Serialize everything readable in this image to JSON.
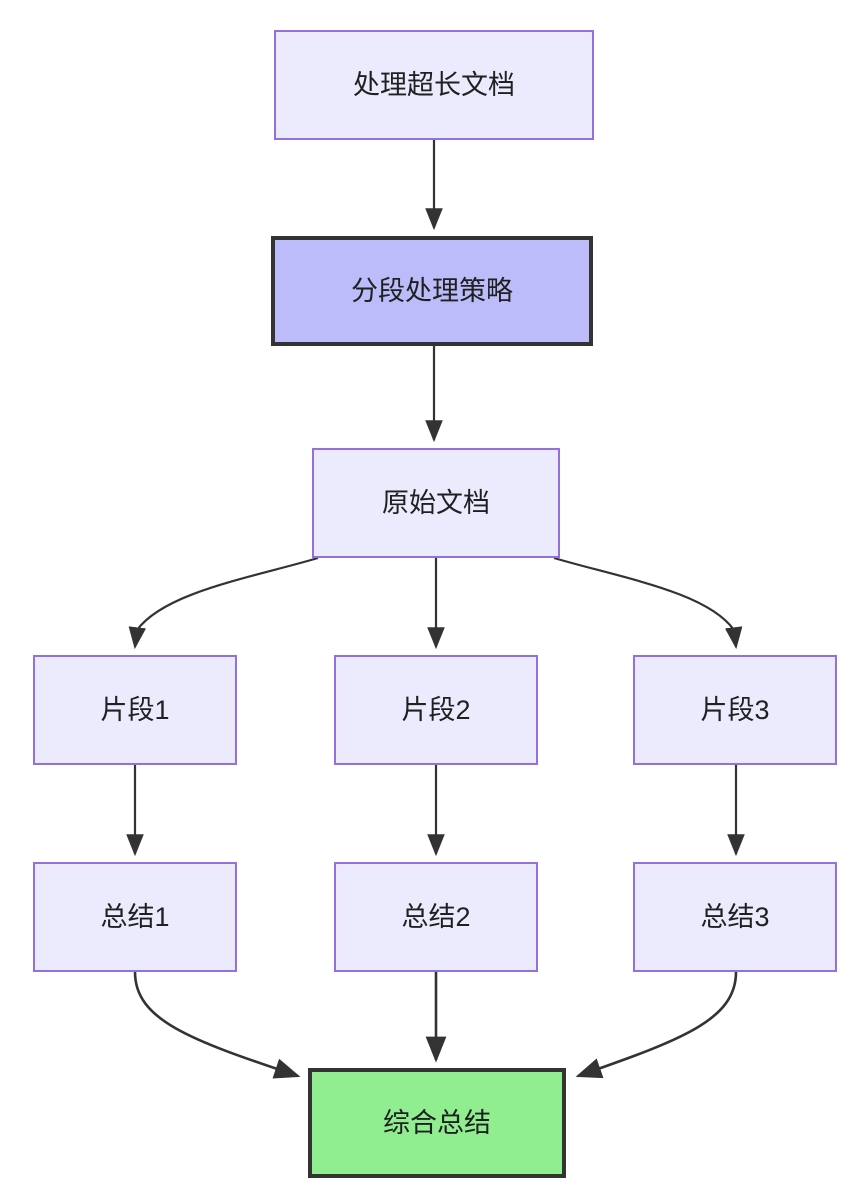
{
  "diagram": {
    "type": "flowchart",
    "direction": "top-to-bottom",
    "background": "#ffffff",
    "palette": {
      "node_fill_light": "#ECEAFD",
      "node_border_light": "#9370DB",
      "node_fill_highlight": "#BCBCFA",
      "node_border_highlight": "#333333",
      "node_fill_final": "#90EE90",
      "node_border_final": "#333333",
      "edge_stroke": "#333333",
      "text_color": "#1F2020"
    },
    "nodes": [
      {
        "id": "root",
        "label": "处理超长文档",
        "style": "light"
      },
      {
        "id": "strategy",
        "label": "分段处理策略",
        "style": "highlight"
      },
      {
        "id": "source",
        "label": "原始文档",
        "style": "light"
      },
      {
        "id": "frag1",
        "label": "片段1",
        "style": "light"
      },
      {
        "id": "frag2",
        "label": "片段2",
        "style": "light"
      },
      {
        "id": "frag3",
        "label": "片段3",
        "style": "light"
      },
      {
        "id": "sum1",
        "label": "总结1",
        "style": "light"
      },
      {
        "id": "sum2",
        "label": "总结2",
        "style": "light"
      },
      {
        "id": "sum3",
        "label": "总结3",
        "style": "light"
      },
      {
        "id": "final",
        "label": "综合总结",
        "style": "final"
      }
    ],
    "edges": [
      {
        "from": "root",
        "to": "strategy",
        "label": ""
      },
      {
        "from": "strategy",
        "to": "source",
        "label": ""
      },
      {
        "from": "source",
        "to": "frag1",
        "label": ""
      },
      {
        "from": "source",
        "to": "frag2",
        "label": ""
      },
      {
        "from": "source",
        "to": "frag3",
        "label": ""
      },
      {
        "from": "frag1",
        "to": "sum1",
        "label": ""
      },
      {
        "from": "frag2",
        "to": "sum2",
        "label": ""
      },
      {
        "from": "frag3",
        "to": "sum3",
        "label": ""
      },
      {
        "from": "sum1",
        "to": "final",
        "label": ""
      },
      {
        "from": "sum2",
        "to": "final",
        "label": ""
      },
      {
        "from": "sum3",
        "to": "final",
        "label": ""
      }
    ]
  }
}
